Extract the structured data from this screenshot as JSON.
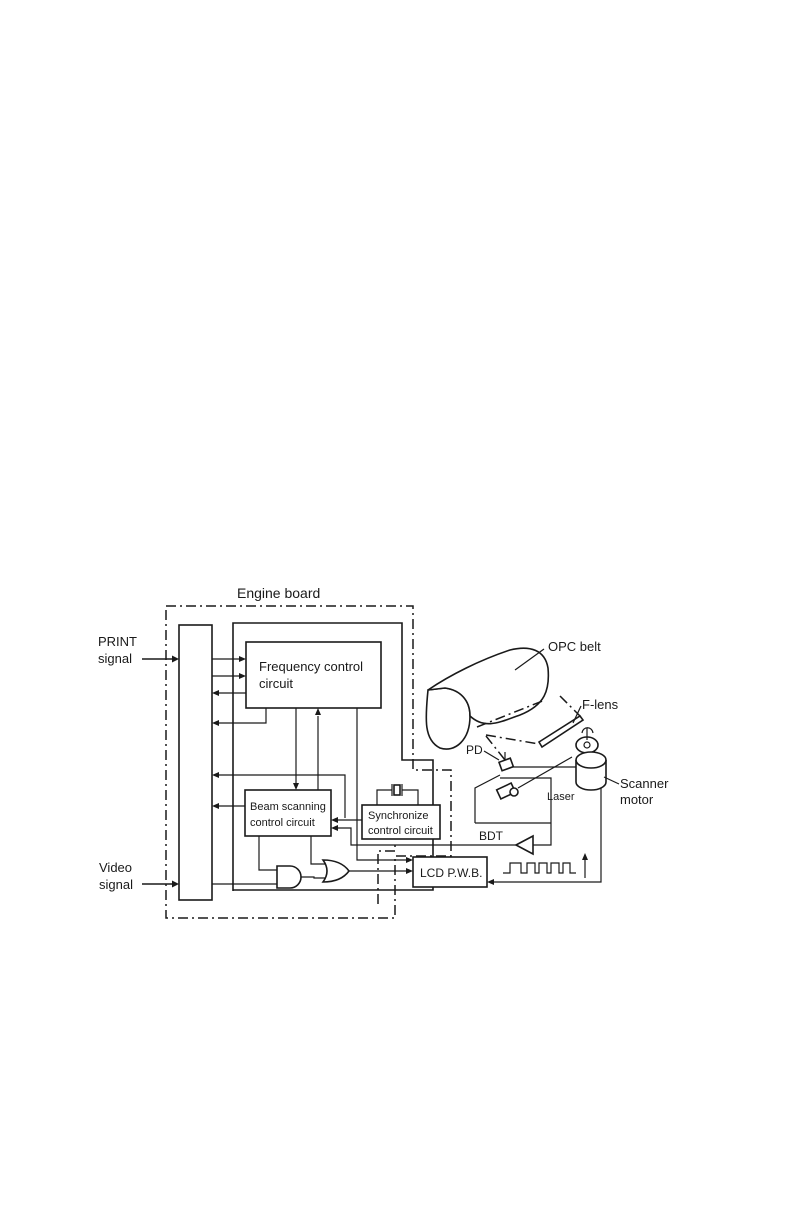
{
  "labels": {
    "engine_board": "Engine board",
    "print_signal_1": "PRINT",
    "print_signal_2": "signal",
    "video_signal_1": "Video",
    "video_signal_2": "signal",
    "freq_control_1": "Frequency control",
    "freq_control_2": "circuit",
    "beam_scanning_1": "Beam scanning",
    "beam_scanning_2": "control circuit",
    "synchronize_1": "Synchronize",
    "synchronize_2": "control circuit",
    "lcd_pwb": "LCD P.W.B.",
    "bdt": "BDT",
    "opc_belt": "OPC belt",
    "f_lens": "F-lens",
    "pd": "PD",
    "laser": "Laser",
    "scanner_1": "Scanner",
    "scanner_2": "motor"
  }
}
